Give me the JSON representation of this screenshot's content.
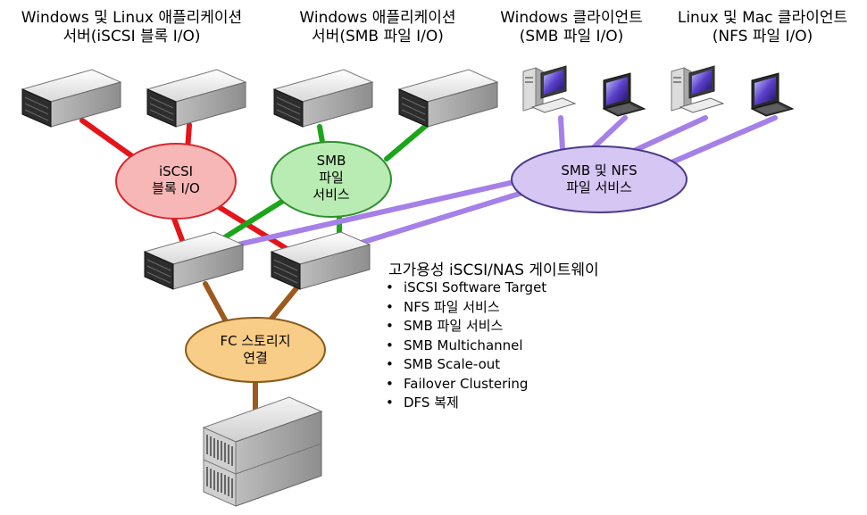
{
  "labels": {
    "group1": [
      "Windows 및 Linux 애플리케이션",
      "서버(iSCSI 블록 I/O)"
    ],
    "group2": [
      "Windows 애플리케이션",
      "서버(SMB 파일 I/O)"
    ],
    "group3": [
      "Windows 클라이언트",
      "(SMB 파일 I/O)"
    ],
    "group4": [
      "Linux 및 Mac 클라이언트",
      "(NFS 파일 I/O)"
    ]
  },
  "ovals": {
    "iscsi": [
      "iSCSI",
      "블록 I/O"
    ],
    "smb": [
      "SMB",
      "파일",
      "서비스"
    ],
    "smbnfs": [
      "SMB 및 NFS",
      "파일 서비스"
    ],
    "fc": [
      "FC 스토리지",
      "연결"
    ]
  },
  "gateway": {
    "title": "고가용성 iSCSI/NAS 게이트웨이",
    "features": [
      "iSCSI Software Target",
      "NFS 파일 서비스",
      "SMB 파일 서비스",
      "SMB Multichannel",
      "SMB Scale-out",
      "Failover Clustering",
      "DFS 복제"
    ]
  },
  "colors": {
    "iscsi_line": "#e3151a",
    "smb_line": "#1aa51a",
    "smbnfs_line": "#a580e8",
    "fc_line": "#9c5a1d",
    "iscsi_fill": "#f7b7b7",
    "iscsi_stroke": "#d9262d",
    "smb_fill": "#b9ecb2",
    "smb_stroke": "#2f8f2f",
    "smbnfs_fill": "#d5c6f3",
    "smbnfs_stroke": "#4b3b86",
    "fc_fill": "#f8cd87",
    "fc_stroke": "#8a5a1a"
  },
  "icons": {
    "server": "rack-server-icon",
    "desktop": "desktop-pc-icon",
    "laptop": "laptop-icon",
    "storage": "storage-array-icon"
  }
}
